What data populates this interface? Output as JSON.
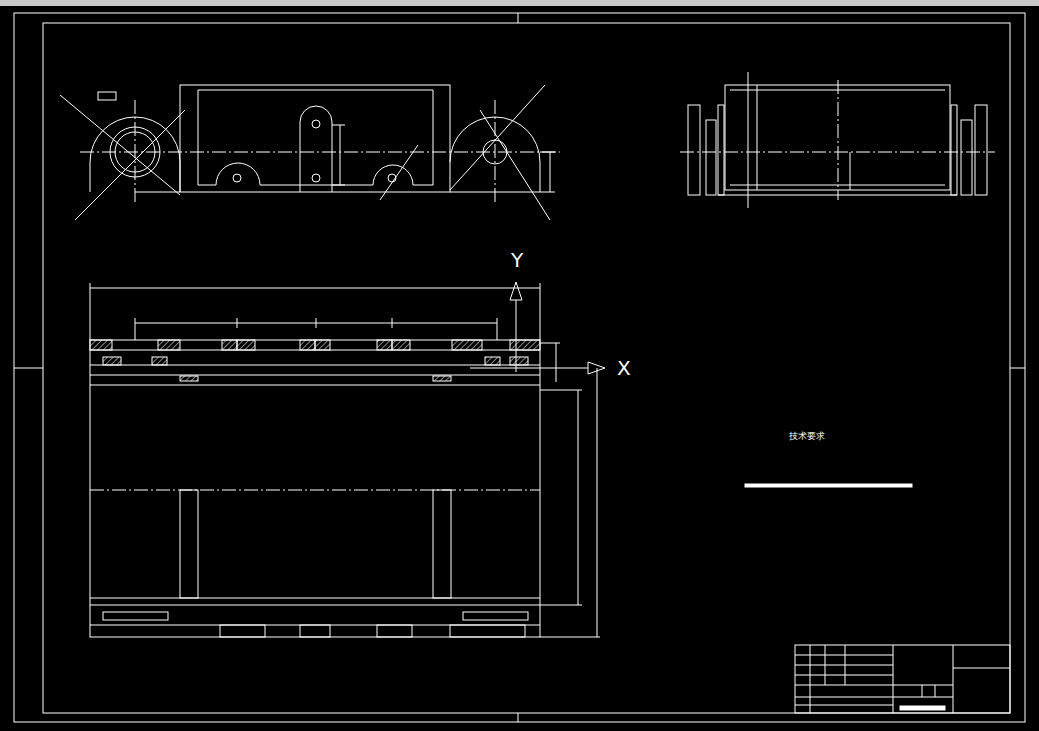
{
  "diagram": {
    "labels": [
      "Y",
      "X",
      "技术要求"
    ]
  }
}
